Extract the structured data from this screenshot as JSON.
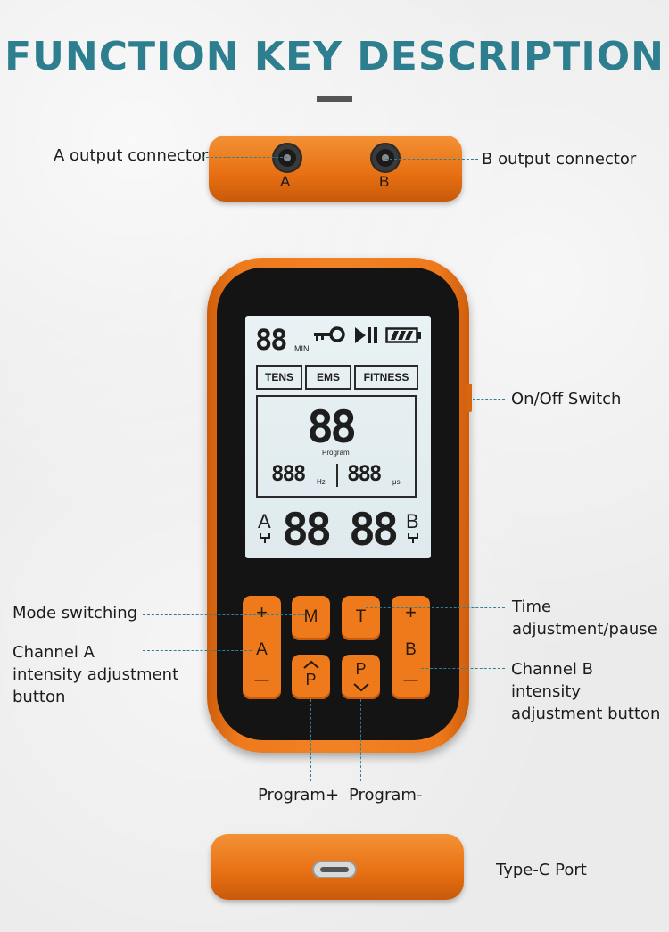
{
  "title": "FUNCTION KEY DESCRIPTION",
  "labels": {
    "a_output": "A output connector",
    "b_output": "B output connector",
    "on_off": "On/Off Switch",
    "mode_switching": "Mode switching",
    "channel_a_l1": "Channel A",
    "channel_a_l2": "intensity adjustment",
    "channel_a_l3": "button",
    "time_l1": "Time",
    "time_l2": "adjustment/pause",
    "channel_b_l1": "Channel B",
    "channel_b_l2": "intensity",
    "channel_b_l3": "adjustment button",
    "program_plus": "Program+",
    "program_minus": "Program-",
    "type_c": "Type-C Port"
  },
  "connectors": {
    "a": "A",
    "b": "B"
  },
  "lcd": {
    "timer": "88",
    "timer_unit": "MIN",
    "modes": [
      "TENS",
      "EMS",
      "FITNESS"
    ],
    "program_value": "88",
    "program_label": "Program",
    "hz_value": "888",
    "hz_unit": "Hz",
    "us_value": "888",
    "us_unit": "μs",
    "channel_a_letter": "A",
    "channel_a_value": "88",
    "channel_b_value": "88",
    "channel_b_letter": "B"
  },
  "buttons": {
    "a_plus": "+",
    "a_label": "A",
    "a_minus": "—",
    "m": "M",
    "t": "T",
    "p_up": "P",
    "p_down": "P",
    "b_plus": "+",
    "b_label": "B",
    "b_minus": "—"
  },
  "colors": {
    "title": "#2d7e8e",
    "leader_line": "#2f7f97",
    "device_orange": "#ee7a1c",
    "lcd_background": "#e5eff2"
  }
}
